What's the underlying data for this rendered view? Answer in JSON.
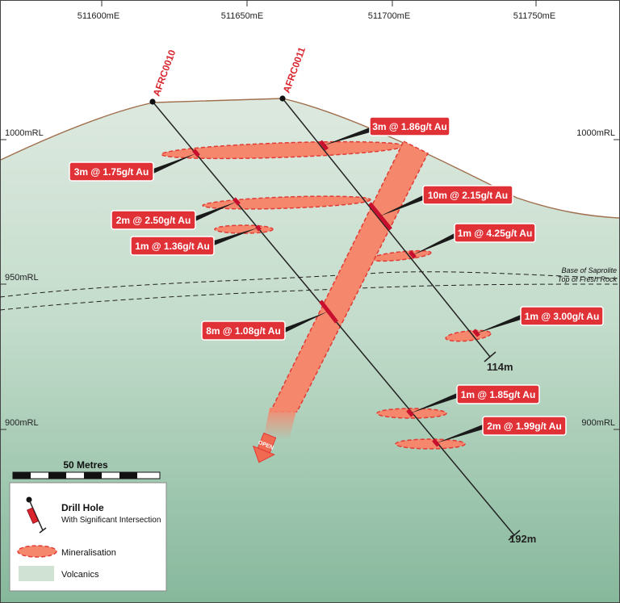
{
  "eastings": [
    "511600mE",
    "511650mE",
    "511700mE",
    "511750mE"
  ],
  "rl_labels": [
    {
      "left": "1000mRL",
      "right": "1000mRL"
    },
    {
      "left": "950mRL",
      "right": ""
    },
    {
      "left": "900mRL",
      "right": "900mRL"
    }
  ],
  "weathering": {
    "saprolite": "Base of Saprolite",
    "fresh_rock": "Top of Fresh Rock"
  },
  "holes": [
    {
      "id": "AFRC0010",
      "depth": "192m"
    },
    {
      "id": "AFRC0011",
      "depth": "114m"
    }
  ],
  "intersections": [
    "3m @ 1.86g/t Au",
    "3m @ 1.75g/t Au",
    "10m @ 2.15g/t Au",
    "2m @ 2.50g/t Au",
    "1m @ 4.25g/t Au",
    "1m @ 1.36g/t Au",
    "8m @ 1.08g/t Au",
    "1m @ 3.00g/t Au",
    "1m @ 1.85g/t Au",
    "2m @ 1.99g/t Au"
  ],
  "open_label": "OPEN",
  "scale": {
    "label": "50 Metres"
  },
  "legend": {
    "drill_hole": "Drill Hole",
    "drill_hole_sub": "With Significant Intersection",
    "mineralisation": "Mineralisation",
    "volcanics": "Volcanics"
  },
  "colors": {
    "volcanics_top": "#dbe9de",
    "volcanics_bottom": "#8fbea3",
    "mineralisation": "#f5876d",
    "label_red": "#e03137",
    "hole_label": "#d8252e"
  }
}
